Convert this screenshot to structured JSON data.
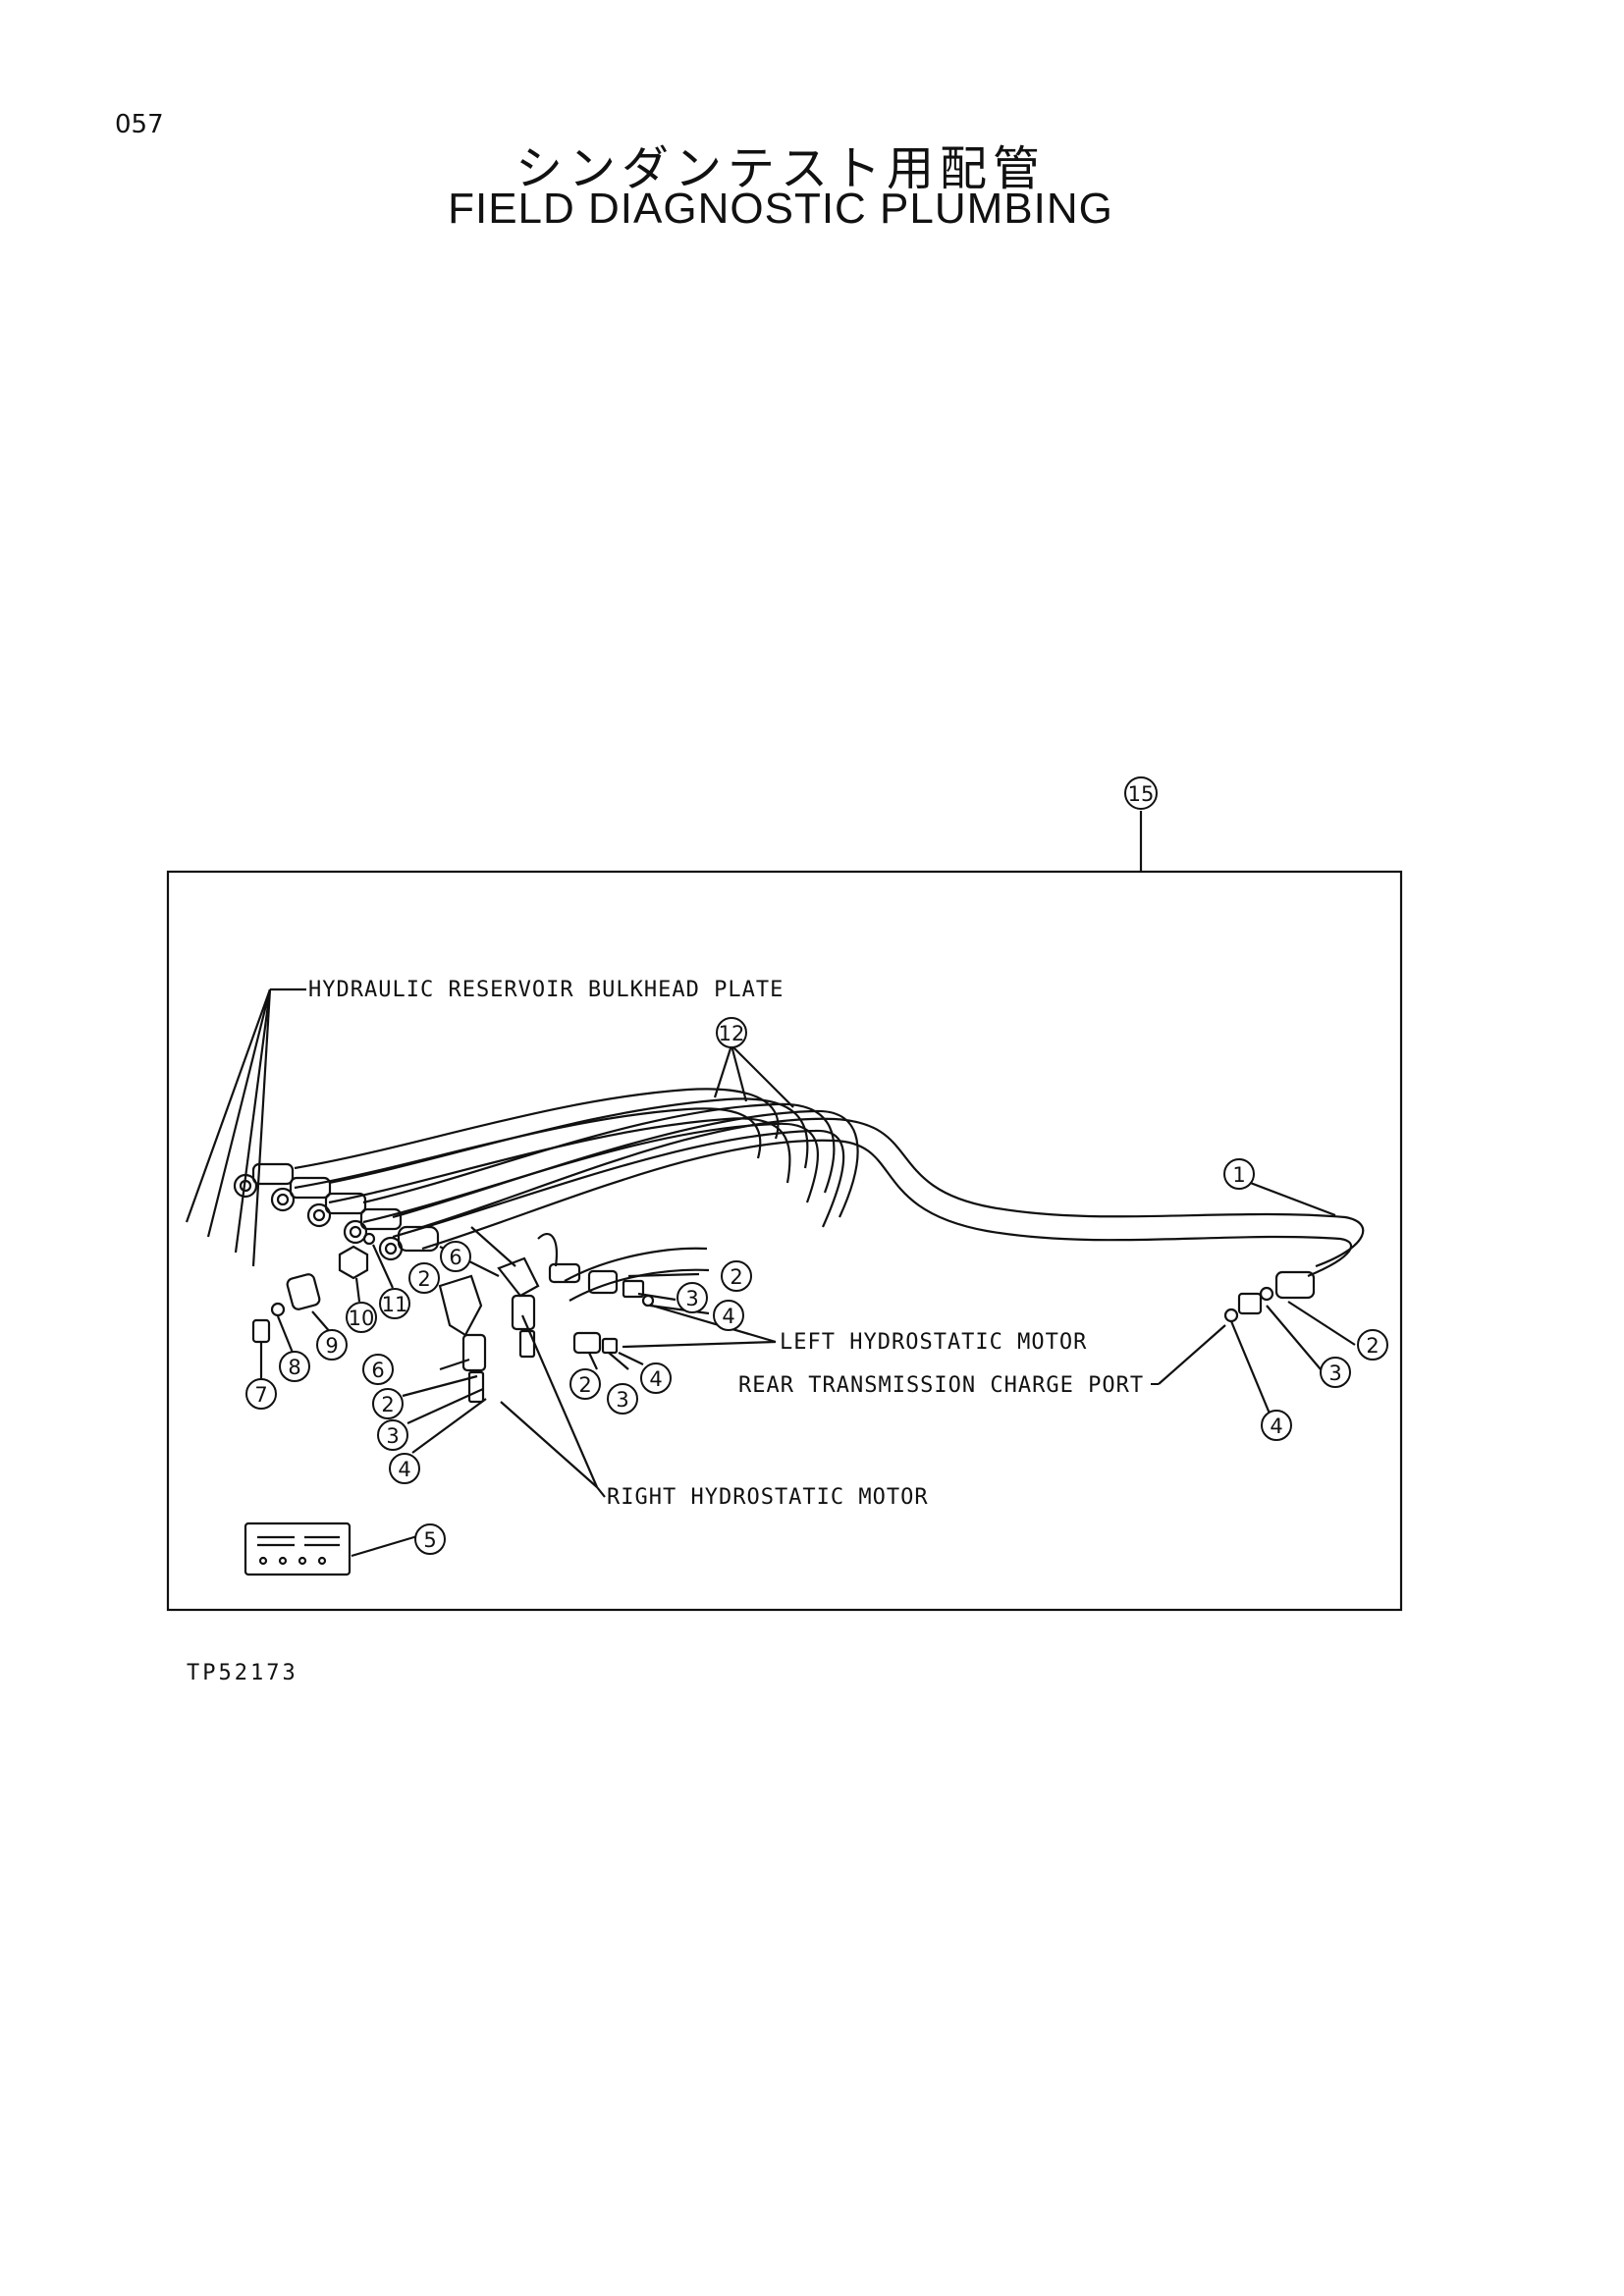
{
  "page": {
    "number": "057",
    "title_jp": "シンダンテスト用配管",
    "title_en": "FIELD DIAGNOSTIC PLUMBING",
    "doc_code": "TP52173"
  },
  "callouts": {
    "kit": "15",
    "hose_left": "1",
    "hoses_group": "12",
    "left_2": "2",
    "left_6": "6",
    "left_11": "11",
    "left_10": "10",
    "left_9": "9",
    "left_8": "8",
    "left_7": "7",
    "mid_6": "6",
    "mid_2": "2",
    "mid_3": "3",
    "mid_4": "4",
    "lhm_2": "2",
    "lhm_3": "3",
    "lhm_4": "4",
    "lhm2_2": "2",
    "lhm2_3": "3",
    "lhm2_4": "4",
    "rt_2": "2",
    "rt_3": "3",
    "rt_4": "4",
    "decal": "5"
  },
  "labels": {
    "bulkhead": "HYDRAULIC RESERVOIR BULKHEAD PLATE",
    "left_motor": "LEFT HYDROSTATIC MOTOR",
    "charge_port": "REAR TRANSMISSION CHARGE PORT",
    "right_motor": "RIGHT HYDROSTATIC MOTOR"
  }
}
